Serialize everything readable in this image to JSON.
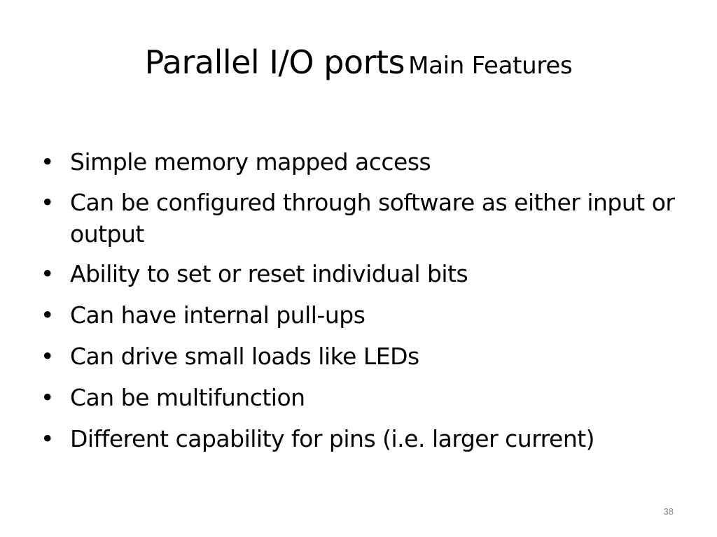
{
  "slide": {
    "title_main": "Parallel I/O ports",
    "title_sub": "Main Features",
    "bullet_symbol": "•",
    "bullets": [
      "Simple memory mapped access",
      "Can be configured through software as either input or output",
      "Ability to set or reset individual bits",
      "Can have internal pull-ups",
      "Can drive small loads like LEDs",
      "Can be multifunction",
      "Different capability for pins (i.e. larger current)"
    ],
    "page_number": "38"
  }
}
